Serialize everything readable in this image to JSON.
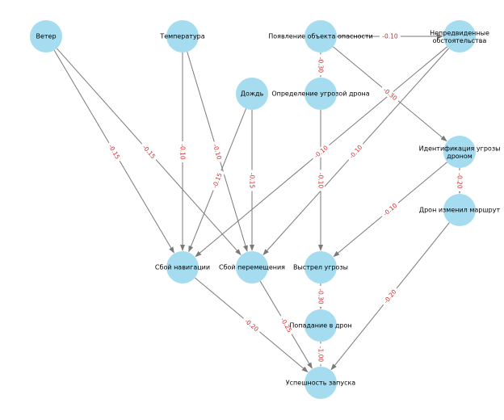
{
  "colors": {
    "node": "#a6dcef",
    "edge": "#7a7a7a",
    "weight_label": "#d62728"
  },
  "nodes": [
    {
      "id": "wind",
      "label": "Ветер"
    },
    {
      "id": "temp",
      "label": "Температура"
    },
    {
      "id": "threat_obj",
      "label": "Появление объекта опасности"
    },
    {
      "id": "unforeseen",
      "label": "Непредвиденные обстоятельства"
    },
    {
      "id": "rain",
      "label": "Дождь"
    },
    {
      "id": "threat_det",
      "label": "Определение угрозой дрона"
    },
    {
      "id": "threat_ident",
      "label": "Идентификация угрозы дроном"
    },
    {
      "id": "route_change",
      "label": "Дрон изменил маршрут"
    },
    {
      "id": "nav_fail",
      "label": "Сбой навигации"
    },
    {
      "id": "move_fail",
      "label": "Сбой перемещения"
    },
    {
      "id": "shot",
      "label": "Выстрел угрозы"
    },
    {
      "id": "hit",
      "label": "Попадание в дрон"
    },
    {
      "id": "success",
      "label": "Успешность запуска"
    }
  ],
  "edges": [
    {
      "from": "wind",
      "to": "nav_fail",
      "weight": "-0.15"
    },
    {
      "from": "wind",
      "to": "move_fail",
      "weight": "-0.15"
    },
    {
      "from": "temp",
      "to": "nav_fail",
      "weight": "-0.10"
    },
    {
      "from": "temp",
      "to": "move_fail",
      "weight": "-0.10"
    },
    {
      "from": "rain",
      "to": "nav_fail",
      "weight": "-0.15"
    },
    {
      "from": "rain",
      "to": "move_fail",
      "weight": "-0.15"
    },
    {
      "from": "threat_obj",
      "to": "unforeseen",
      "weight": "-0.10"
    },
    {
      "from": "threat_obj",
      "to": "threat_det",
      "weight": "-0.30"
    },
    {
      "from": "threat_obj",
      "to": "threat_ident",
      "weight": "-0.30"
    },
    {
      "from": "unforeseen",
      "to": "nav_fail",
      "weight": "-0.10"
    },
    {
      "from": "unforeseen",
      "to": "move_fail",
      "weight": "-0.10"
    },
    {
      "from": "threat_det",
      "to": "shot",
      "weight": "-0.10"
    },
    {
      "from": "threat_ident",
      "to": "shot",
      "weight": "-0.10"
    },
    {
      "from": "threat_ident",
      "to": "route_change",
      "weight": "-0.20"
    },
    {
      "from": "route_change",
      "to": "success",
      "weight": "-0.20"
    },
    {
      "from": "nav_fail",
      "to": "success",
      "weight": "-0.20"
    },
    {
      "from": "move_fail",
      "to": "success",
      "weight": "-0.25"
    },
    {
      "from": "shot",
      "to": "hit",
      "weight": "-0.30"
    },
    {
      "from": "hit",
      "to": "success",
      "weight": "-1.00"
    }
  ]
}
